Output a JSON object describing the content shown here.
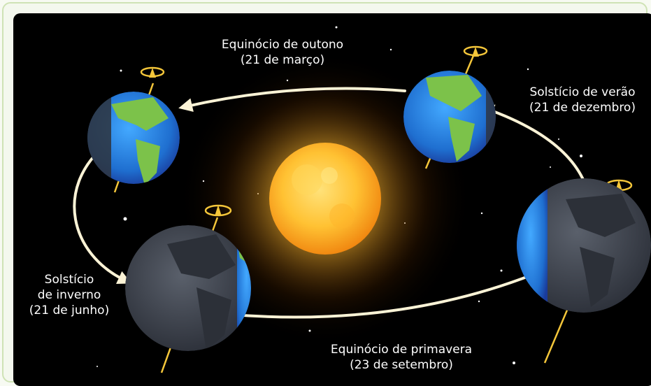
{
  "labels": {
    "equinox_autumn": {
      "name": "Equinócio de outono",
      "date": "(21 de março)"
    },
    "solstice_summer": {
      "name": "Solstício de verão",
      "date": "(21 de dezembro)"
    },
    "solstice_winter": {
      "line1": "Solstício",
      "line2": "de inverno",
      "date": "(21 de junho)"
    },
    "equinox_spring": {
      "name": "Equinócio de primavera",
      "date": "(23 de setembro)"
    }
  },
  "colors": {
    "background": "#000000",
    "orbit_arrow": "#fbf3d6",
    "sun_core": "#ffd23f",
    "sun_edge": "#f08a12",
    "ocean": "#1e7fd6",
    "land": "#7cc24a",
    "night_side": "#3a3f4a",
    "axis": "#f4c63a"
  }
}
